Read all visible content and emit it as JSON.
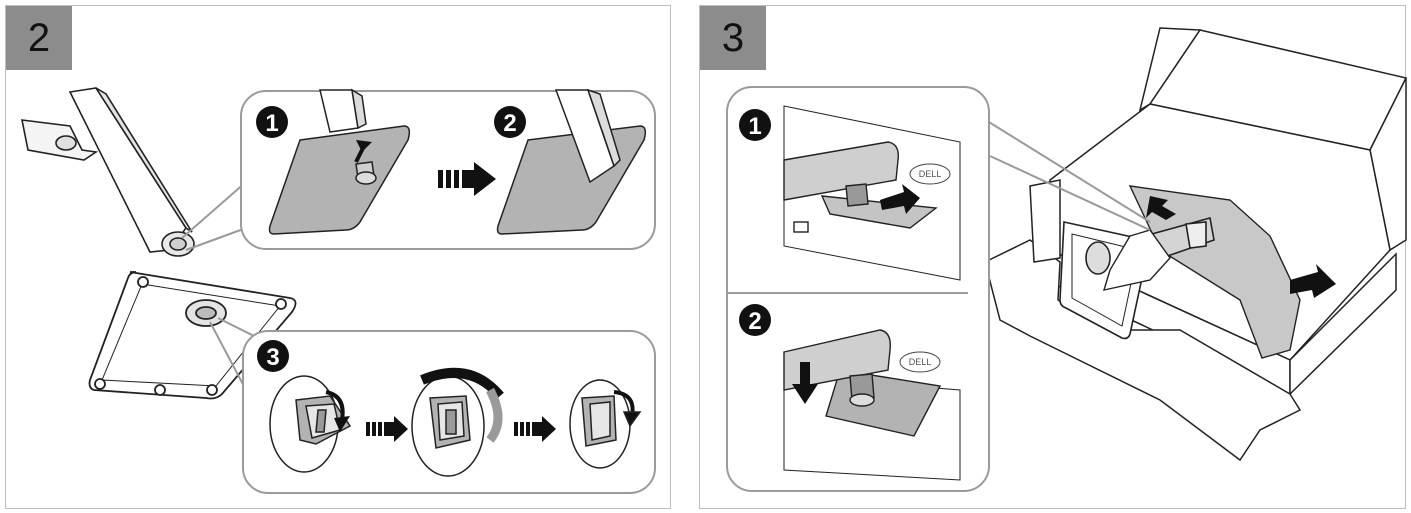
{
  "steps": [
    {
      "number": "2",
      "callout_a_badges": [
        "1",
        "2"
      ],
      "callout_b_badges": [
        "3"
      ]
    },
    {
      "number": "3",
      "callout_badges": [
        "1",
        "2"
      ],
      "logo": "DELL"
    }
  ]
}
